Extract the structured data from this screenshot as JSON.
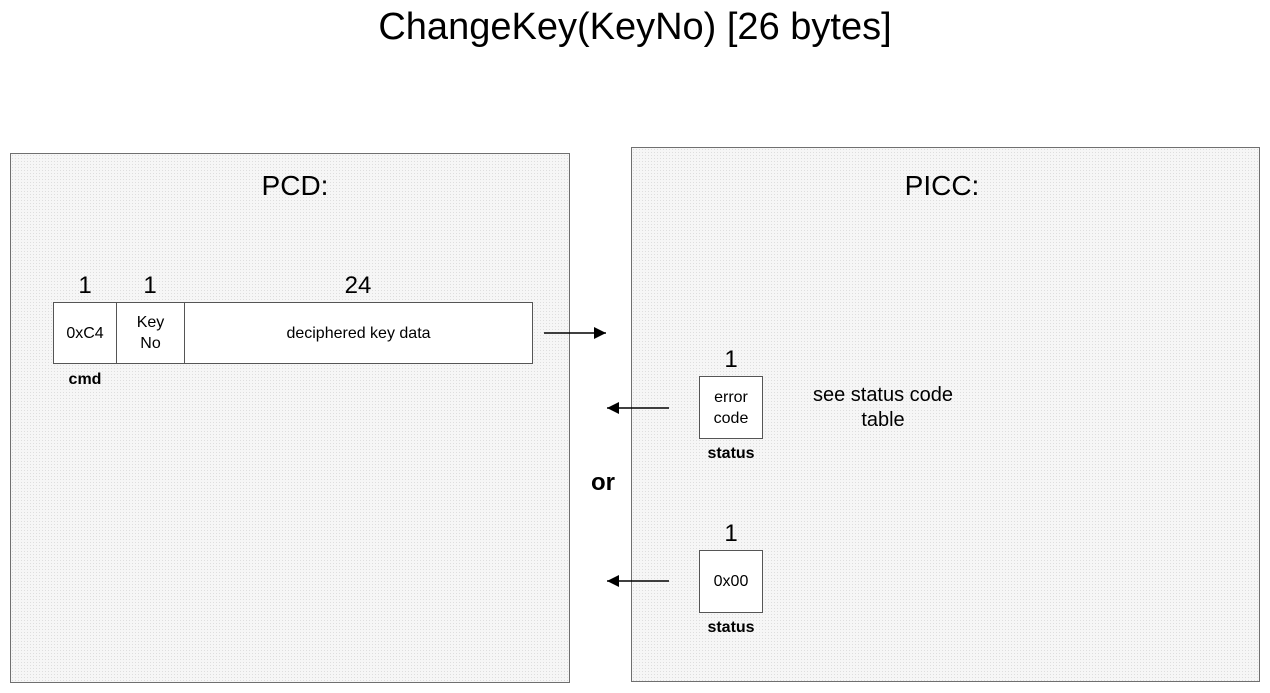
{
  "title": "ChangeKey(KeyNo) [26 bytes]",
  "pcd": {
    "label": "PCD:",
    "fields": [
      {
        "count": "1",
        "lines": [
          "0xC4"
        ]
      },
      {
        "count": "1",
        "lines": [
          "Key",
          "No"
        ]
      },
      {
        "count": "24",
        "lines": [
          "deciphered key data"
        ]
      }
    ],
    "caption": "cmd"
  },
  "picc": {
    "label": "PICC:",
    "responses": [
      {
        "count": "1",
        "lines": [
          "error",
          "code"
        ],
        "caption": "status",
        "note": [
          "see status code",
          "table"
        ]
      },
      {
        "count": "1",
        "lines": [
          "0x00"
        ],
        "caption": "status"
      }
    ],
    "separator": "or"
  }
}
